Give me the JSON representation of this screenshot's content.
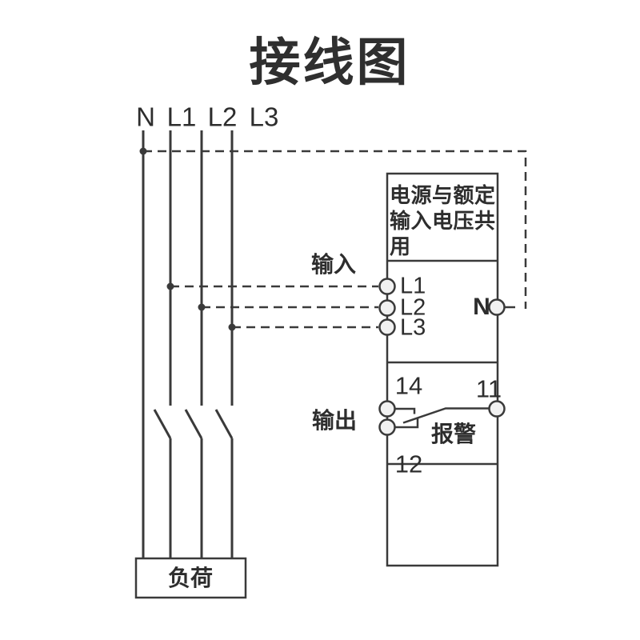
{
  "title": "接线图",
  "bus": {
    "labels": [
      "N",
      "L1",
      "L2",
      "L3"
    ]
  },
  "device": {
    "note_lines": [
      "电源与额定",
      "输入电压共",
      "用"
    ],
    "note_full": "电源与额定输入电压共用",
    "input_section_label": "输入",
    "output_section_label": "输出",
    "alarm_label": "报警",
    "terminals": {
      "l1": "L1",
      "l2": "L2",
      "l3": "L3",
      "n": "N",
      "no": "14",
      "com": "11",
      "nc": "12"
    }
  },
  "load": {
    "label": "负荷"
  },
  "colors": {
    "line": "#3a3a3a",
    "text": "#2d2d2d",
    "terminal_fill": "#f1f1f1",
    "background": "#ffffff"
  }
}
